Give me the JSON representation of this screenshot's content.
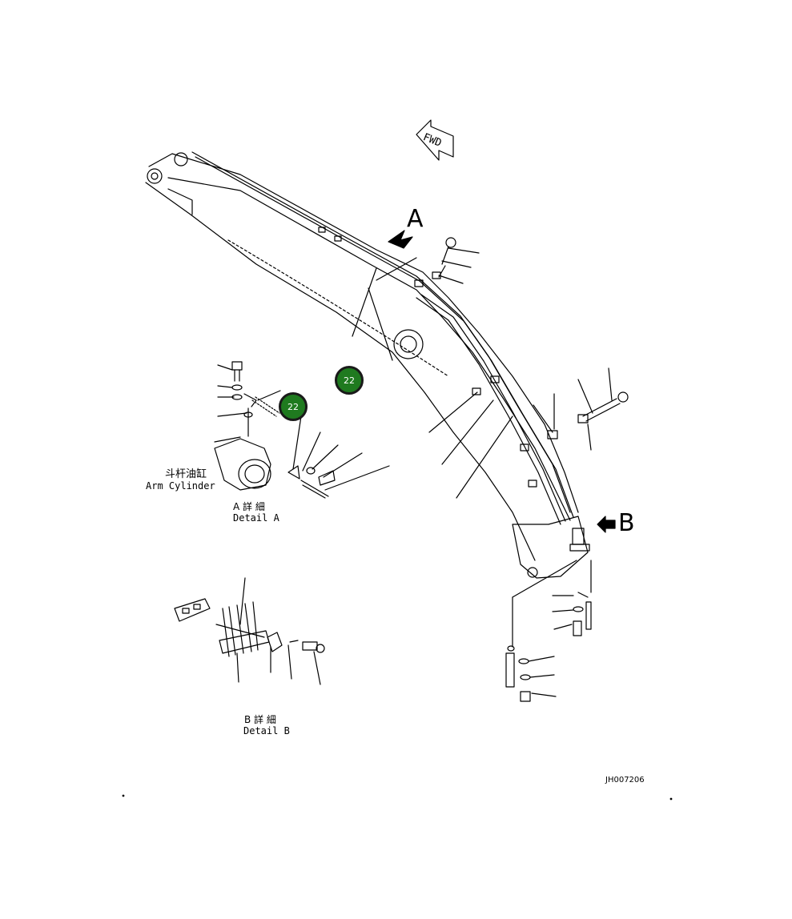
{
  "view_labels": {
    "detail_a_letter": "A",
    "detail_b_letter": "B"
  },
  "fwd_label": "FWD",
  "arm_cylinder": {
    "chinese": "斗杆油缸",
    "english": "Arm Cylinder"
  },
  "detail_a": {
    "chinese": "A 詳 細",
    "english": "Detail A"
  },
  "detail_b": {
    "chinese": "B 詳 細",
    "english": "Detail B"
  },
  "drawing_id": "JH007206",
  "callouts": [
    {
      "label": "22"
    },
    {
      "label": "22"
    }
  ],
  "colors": {
    "callout_fill": "#1f7a1f",
    "callout_border": "#1a1a1a",
    "line": "#000000"
  }
}
